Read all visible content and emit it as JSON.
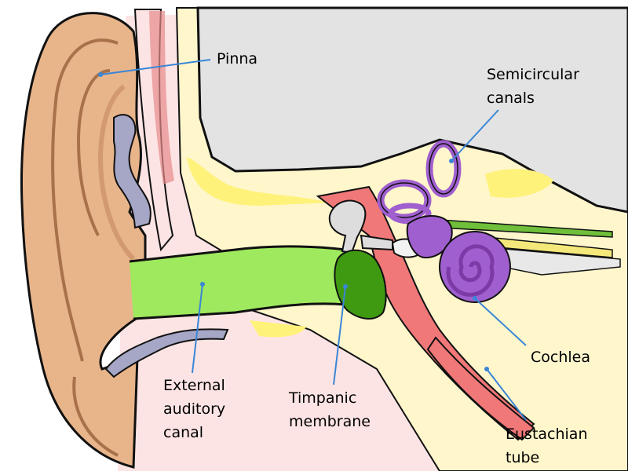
{
  "colors": {
    "skin": "#e8b48a",
    "skin_dark": "#c98e63",
    "skin_line": "#a8714a",
    "bone": "#fff6cc",
    "yellow": "#fff27a",
    "pale_pink": "#fde4e4",
    "canal_green": "#9fe95e",
    "membrane_green": "#3f9a12",
    "tube_red": "#f07878",
    "inner_purple": "#a05fcf",
    "purple_dark": "#7b3aa6",
    "cavity_gray": "#e3e3e3",
    "wax_blue": "#a6a6c6",
    "leader_blue": "#3a86d6",
    "outline": "#111111"
  },
  "labels": {
    "pinna": "Pinna",
    "semicircular": [
      "Semicircular",
      "canals"
    ],
    "cochlea": "Cochlea",
    "eustachian": [
      "Eustachian",
      "tube"
    ],
    "timpanic": [
      "Timpanic",
      "membrane"
    ],
    "external": [
      "External",
      "auditory",
      "canal"
    ]
  }
}
